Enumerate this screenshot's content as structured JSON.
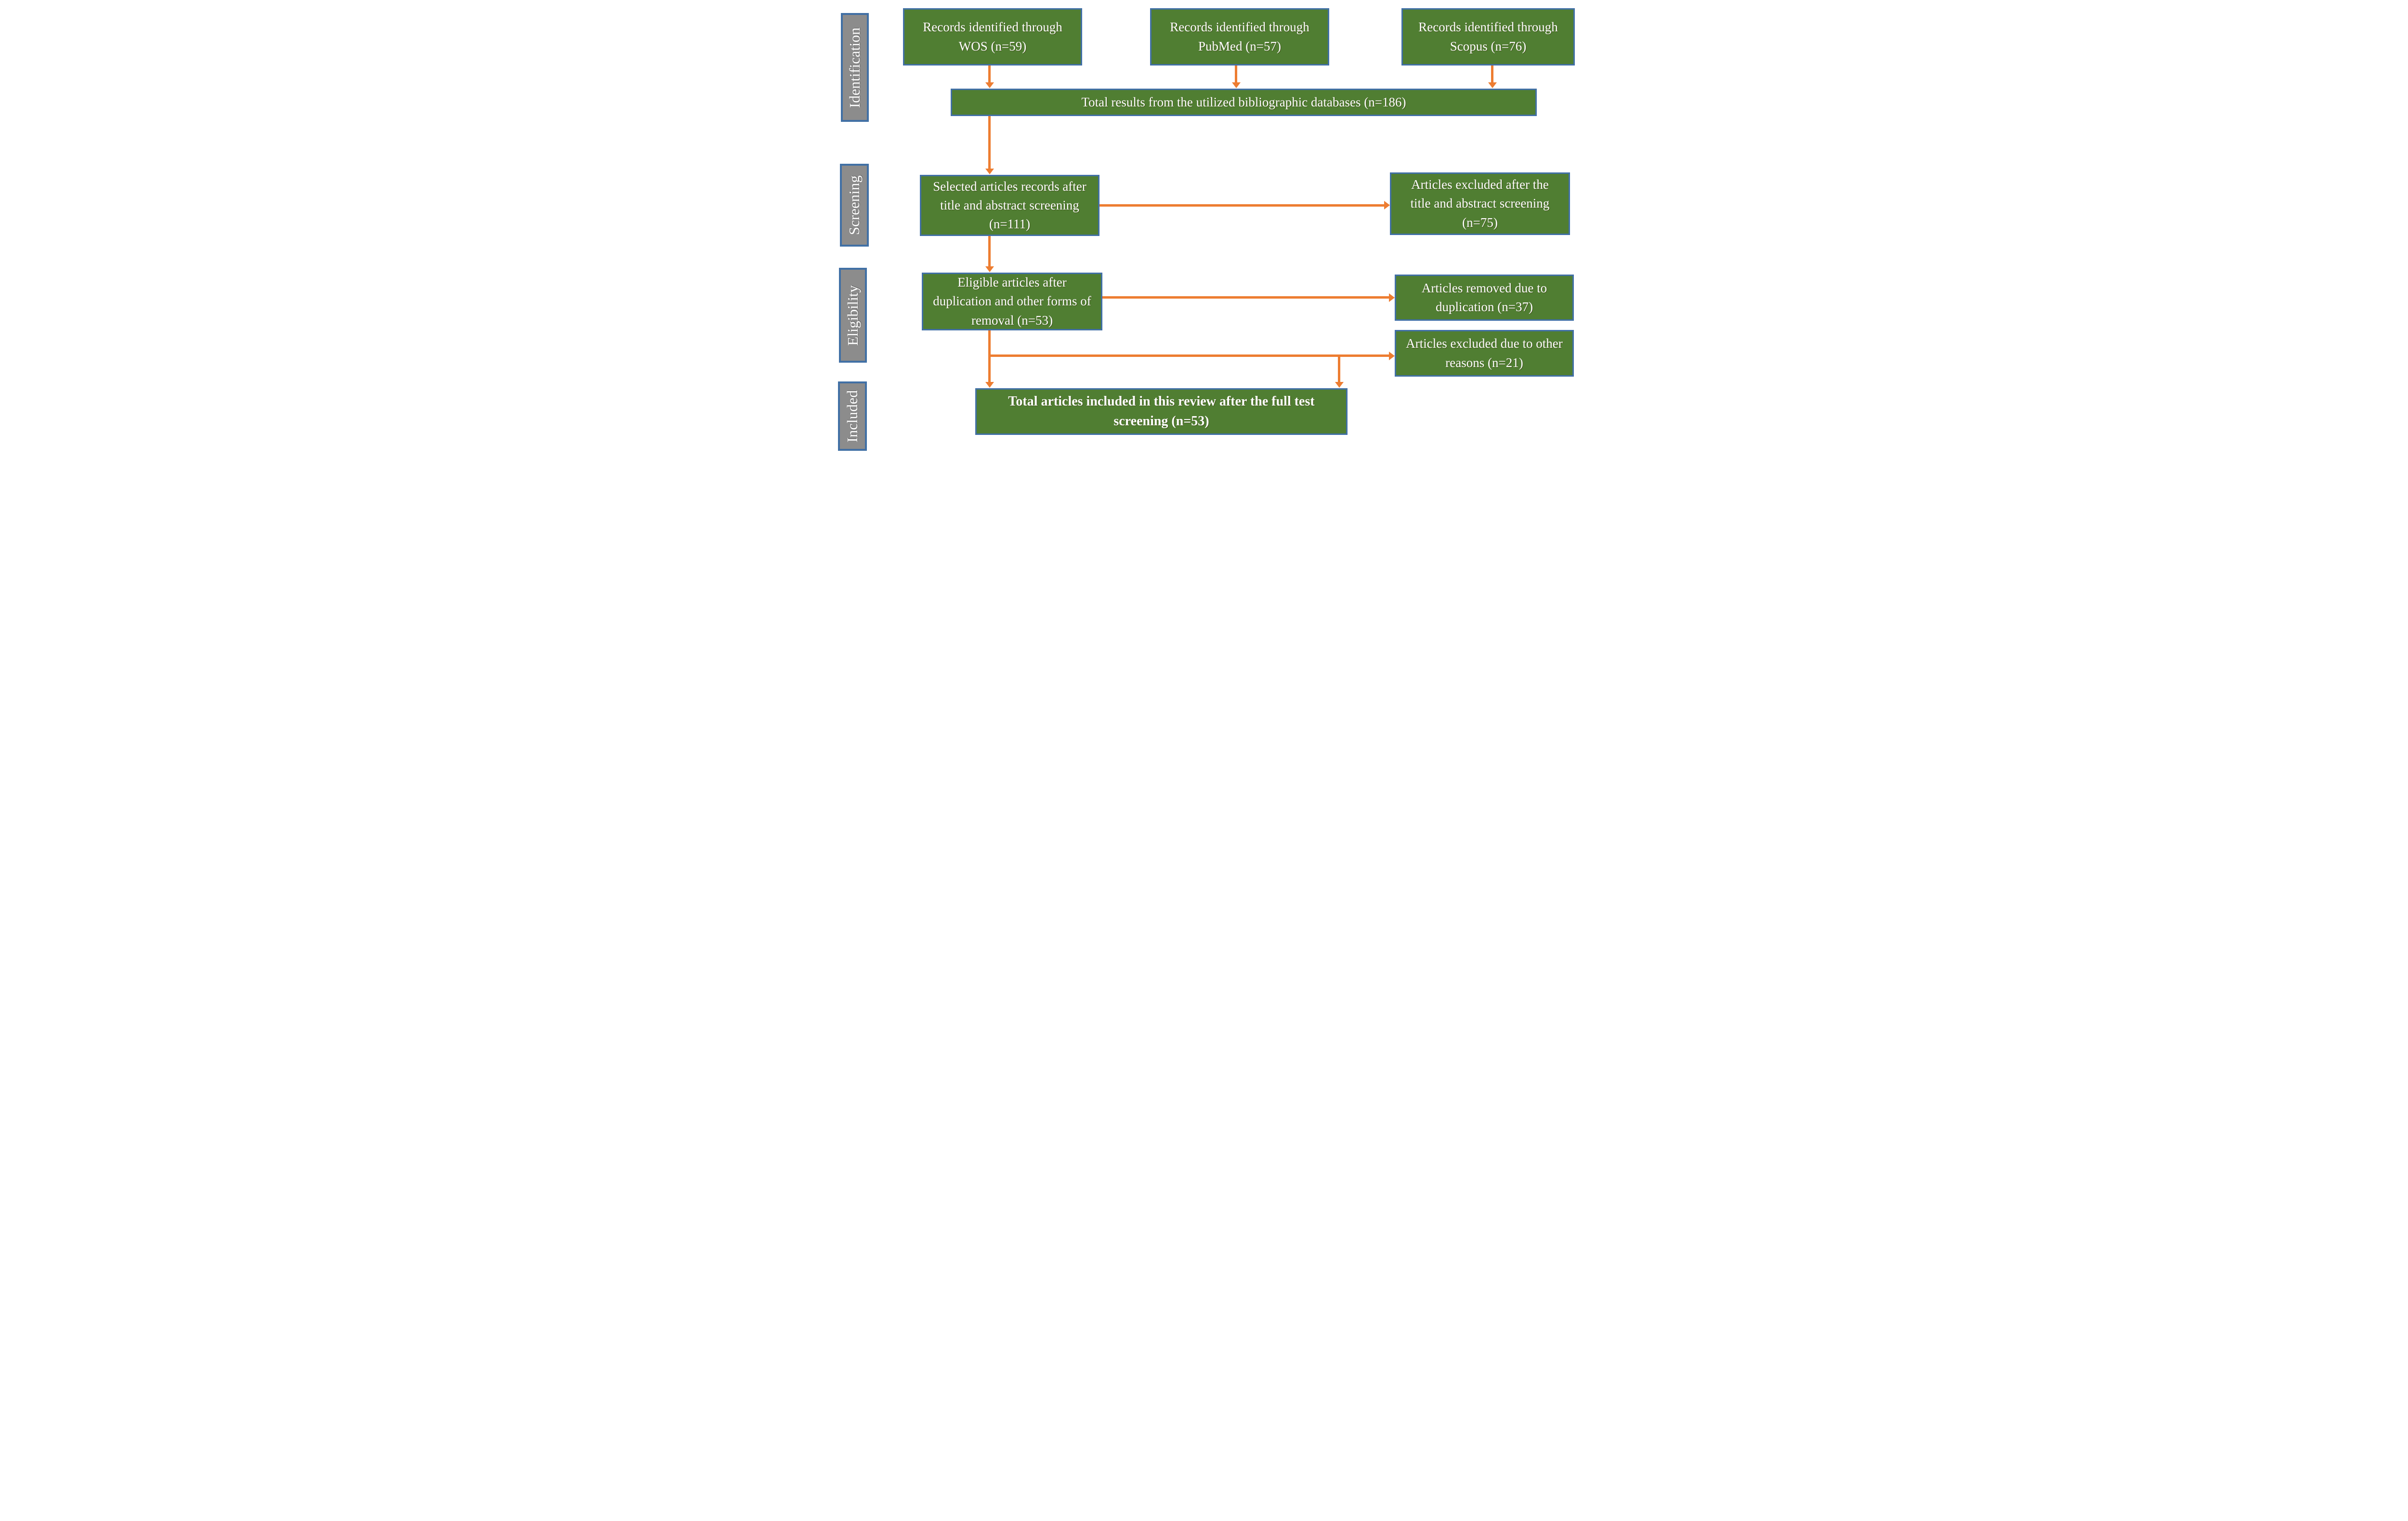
{
  "title": "PRISMA-style literature selection flow diagram",
  "colors": {
    "box_green": "#507E32",
    "box_border_blue": "#4170A5",
    "stage_gray": "#8C8C8C",
    "arrow_orange": "#ED7D31",
    "text_white": "#FFFFFF"
  },
  "stages": [
    {
      "label": "Identification"
    },
    {
      "label": "Screening"
    },
    {
      "label": "Eligibility"
    },
    {
      "label": "Included"
    }
  ],
  "boxes": {
    "wos": {
      "text": "Records identified through WOS (n=59)",
      "n": 59
    },
    "pubmed": {
      "text": "Records identified through PubMed (n=57)",
      "n": 57
    },
    "scopus": {
      "text": "Records identified through Scopus (n=76)",
      "n": 76
    },
    "total_results": {
      "text": "Total results from the utilized bibliographic databases (n=186)",
      "n": 186
    },
    "selected_screening": {
      "text": "Selected articles records after title and abstract screening (n=111)",
      "n": 111
    },
    "excluded_screening": {
      "text": "Articles excluded after the title and abstract screening (n=75)",
      "n": 75
    },
    "eligible": {
      "text": "Eligible articles after duplication and other forms of removal (n=53)",
      "n": 53
    },
    "removed_duplication": {
      "text": "Articles removed due to duplication (n=37)",
      "n": 37
    },
    "excluded_other": {
      "text": "Articles excluded due to other reasons (n=21)",
      "n": 21
    },
    "included_total": {
      "text": "Total articles included in this review after the full test screening (n=53)",
      "n": 53
    }
  },
  "edges": [
    {
      "from": "wos",
      "to": "total_results"
    },
    {
      "from": "pubmed",
      "to": "total_results"
    },
    {
      "from": "scopus",
      "to": "total_results"
    },
    {
      "from": "total_results",
      "to": "selected_screening"
    },
    {
      "from": "selected_screening",
      "to": "excluded_screening"
    },
    {
      "from": "selected_screening",
      "to": "eligible"
    },
    {
      "from": "eligible",
      "to": "removed_duplication"
    },
    {
      "from": "eligible",
      "to": "excluded_other"
    },
    {
      "from": "eligible",
      "to": "included_total"
    },
    {
      "from": "excluded_other_branch",
      "to": "included_total"
    }
  ]
}
